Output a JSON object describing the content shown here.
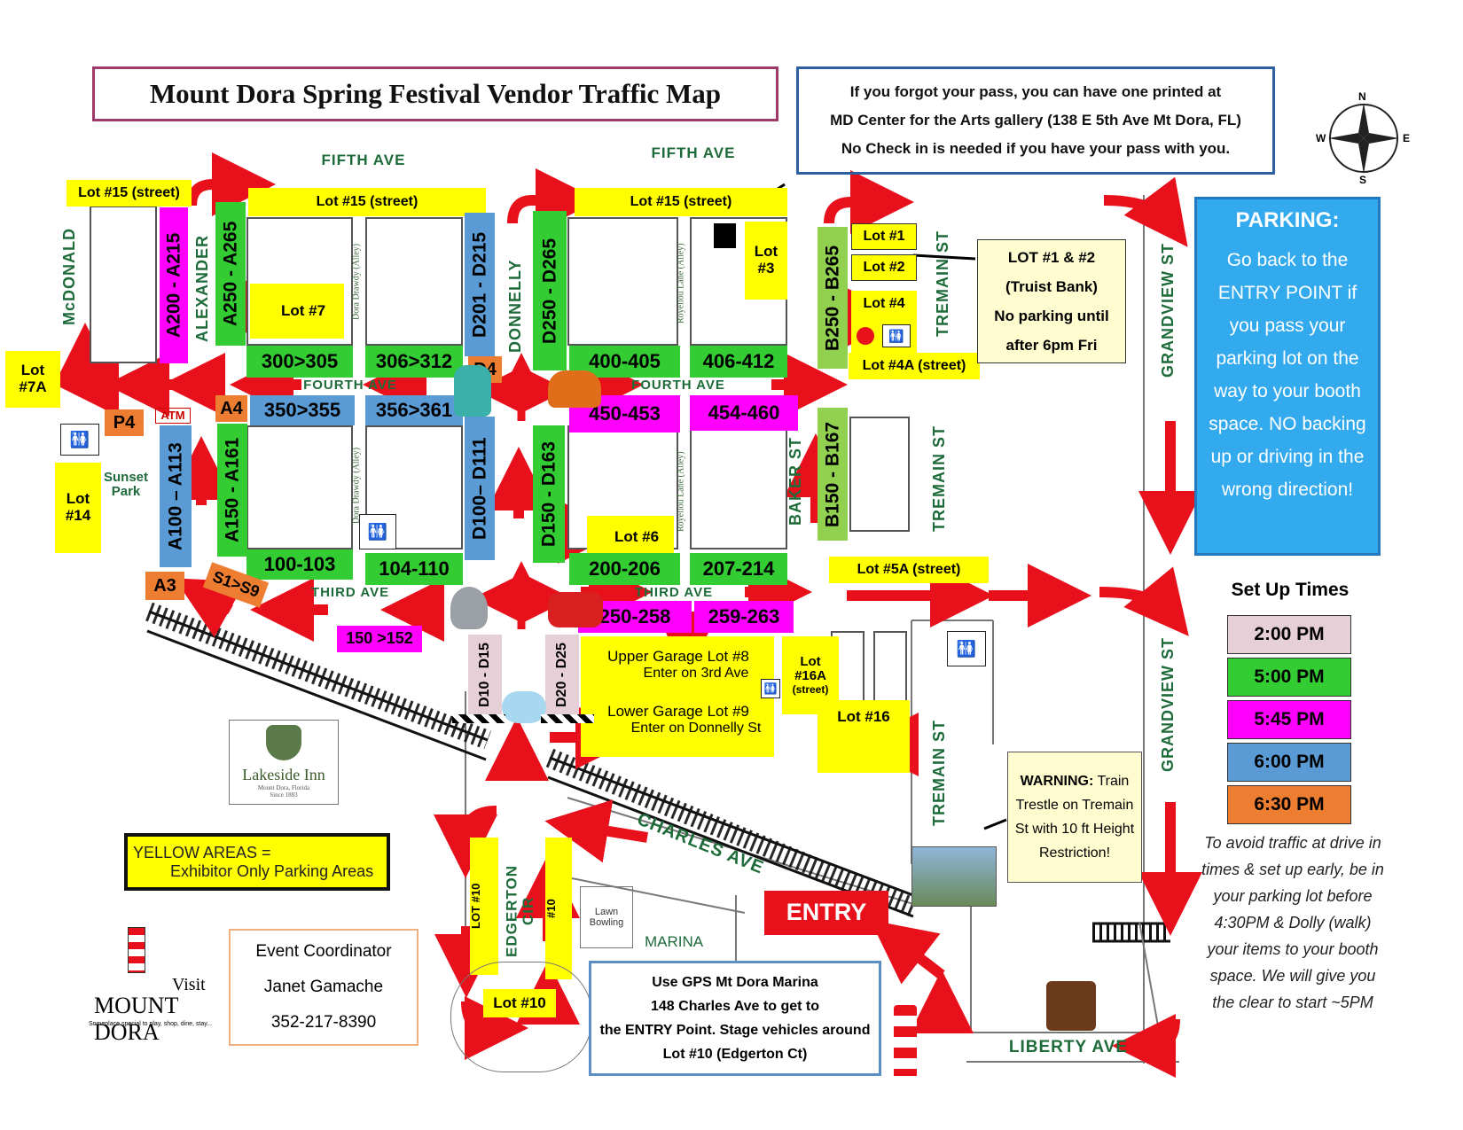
{
  "title": "Mount Dora Spring Festival Vendor Traffic Map",
  "pass_note": {
    "line1": "If you forgot your pass, you can have one printed at",
    "line2": "MD Center for the Arts gallery (138 E 5th Ave Mt Dora, FL)",
    "line3": "No Check in is needed if you have your pass with you."
  },
  "compass": {
    "n": "N",
    "s": "S",
    "e": "E",
    "w": "W"
  },
  "streets": {
    "fifth_ave_left": "FIFTH AVE",
    "fifth_ave_right": "FIFTH AVE",
    "fourth_ave_left": "FOURTH AVE",
    "fourth_ave_right": "FOURTH AVE",
    "third_ave_left": "THIRD AVE",
    "third_ave_right": "THIRD AVE",
    "mcdonald": "McDONALD",
    "alexander": "ALEXANDER",
    "donnelly": "DONNELLY",
    "baker": "BAKER ST",
    "tremain_top": "TREMAIN ST",
    "tremain_mid": "TREMAIN ST",
    "tremain_bottom": "TREMAIN ST",
    "grandview_top": "GRANDVIEW ST",
    "grandview_bottom": "GRANDVIEW ST",
    "charles": "CHARLES AVE",
    "edgerton": "EDGERTON CIR",
    "liberty": "LIBERTY AVE",
    "alley1": "Dora Drawdy (Alley)",
    "alley2": "Royellou Lane (Alley)",
    "alley3": "Dora Drawdy (Alley)",
    "alley4": "Royellou Lane (Alley)"
  },
  "lots": {
    "lot15_a": "Lot #15 (street)",
    "lot15_b": "Lot #15 (street)",
    "lot15_c": "Lot #15 (street)",
    "lot7": "Lot #7",
    "lot7a": "Lot #7A",
    "lot14": "Lot #14",
    "lot3": "Lot #3",
    "lot1": "Lot #1",
    "lot2": "Lot #2",
    "lot4": "Lot #4",
    "lot4a": "Lot #4A (street)",
    "lot6": "Lot #6",
    "lot5a": "Lot #5A (street)",
    "lot8_l1": "Upper Garage Lot #8",
    "lot8_l2": "Enter on 3rd Ave",
    "lot9_l1": "Lower Garage Lot #9",
    "lot9_l2": "Enter on Donnelly St",
    "lot16a_l1": "Lot",
    "lot16a_l2": "#16A",
    "lot16a_l3": "(street)",
    "lot16": "Lot #16",
    "lot10_a": "LOT #10",
    "lot10_b": "#10",
    "lot10_c": "Lot #10"
  },
  "booths": {
    "a200": "A200 - A215",
    "a250": "A250 - A265",
    "d201": "D201 - D215",
    "d250": "D250 - D265",
    "b250": "B250 - B265",
    "b300": "300>305",
    "b306": "306>312",
    "b400": "400-405",
    "b406": "406-412",
    "d4": "D4",
    "a4": "A4",
    "p4": "P4",
    "b350": "350>355",
    "b356": "356>361",
    "b450": "450-453",
    "b454": "454-460",
    "a100": "A100 – A113",
    "a150": "A150 - A161",
    "d100": "D100– D111",
    "d150": "D150 - D163",
    "b150": "B150 - B167",
    "b100": "100-103",
    "b104": "104-110",
    "b200": "200-206",
    "b207": "207-214",
    "a3": "A3",
    "s1": "S1>S9",
    "b150_152": "150 >152",
    "b250_258": "250-258",
    "b259": "259-263",
    "d10": "D10 - D15",
    "d20": "D20 - D25"
  },
  "truist": {
    "l1": "LOT #1 & #2",
    "l2": "(Truist Bank)",
    "l3": "No parking until",
    "l4": "after 6pm Fri"
  },
  "parking": {
    "heading": "PARKING:",
    "body": "Go back to the ENTRY POINT if you pass your parking lot on the way to your booth space. NO backing up or driving in the wrong direction!"
  },
  "setup": {
    "heading": "Set Up Times",
    "times": [
      {
        "label": "2:00 PM",
        "color": "#e6cfd6"
      },
      {
        "label": "5:00 PM",
        "color": "#33cc33"
      },
      {
        "label": "5:45 PM",
        "color": "#ff00ff"
      },
      {
        "label": "6:00 PM",
        "color": "#5b9bd5"
      },
      {
        "label": "6:30 PM",
        "color": "#ed7d31"
      }
    ],
    "note": "To avoid traffic at drive in times & set up early, be in your parking lot before 4:30PM & Dolly (walk) your items to your booth space. We will give you the clear to start ~5PM"
  },
  "misc": {
    "atm": "ATM",
    "sunset_park_1": "Sunset",
    "sunset_park_2": "Park",
    "lakeside": "Lakeside Inn",
    "lakeside_sub": "Mount Dora, Florida",
    "lakeside_since": "Since 1883",
    "yellow_legend_1": "YELLOW AREAS =",
    "yellow_legend_2": "Exhibitor Only Parking Areas",
    "entry": "ENTRY",
    "lawn_bowling_1": "Lawn",
    "lawn_bowling_2": "Bowling",
    "marina": "MARINA",
    "visit_1": "Visit",
    "visit_2": "MOUNT DORA",
    "visit_tag": "Someplace special to play, shop, dine, stay..."
  },
  "warning": {
    "bold": "WARNING:",
    "rest": "Train Trestle on Tremain St with 10 ft Height Restriction!"
  },
  "coordinator": {
    "title": "Event Coordinator",
    "name": "Janet Gamache",
    "phone": "352-217-8390"
  },
  "gps": {
    "l1": "Use GPS Mt Dora Marina",
    "l2": "148 Charles Ave to get to",
    "l3": "the ENTRY Point. Stage vehicles around",
    "l4": "Lot #10 (Edgerton Ct)"
  },
  "colors": {
    "arrow": "#e8101a",
    "street_text": "#1e6b3a",
    "title_border": "#9e3a6a",
    "pass_border": "#2e5fa0",
    "parking_bg": "#33aaee"
  }
}
